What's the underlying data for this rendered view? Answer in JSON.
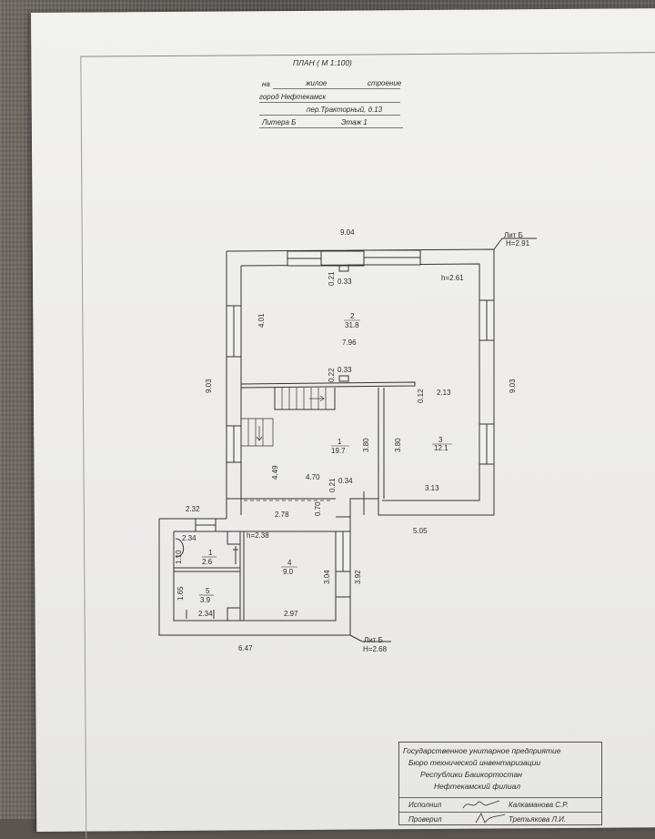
{
  "header": {
    "title": "ПЛАН ( М 1:100)",
    "line1_a": "на",
    "line1_b": "жилое",
    "line1_c": "строение",
    "line2": "город Нефтекамск",
    "line3": "пер.Тракторный, д.13",
    "line4_a": "Литера Б",
    "line4_b": "Этаж 1"
  },
  "plan": {
    "dims": {
      "top_width": "9.04",
      "lit_top": "Лит Б",
      "h_top": "H=2.91",
      "d021a": "0.21",
      "d033a": "0.33",
      "h261": "h=2.61",
      "d401": "4.01",
      "room2_num": "2",
      "room2_area": "31.8",
      "d796": "7.96",
      "left_903": "9.03",
      "right_903": "9.03",
      "d022": "0.22",
      "d033b": "0.33",
      "d012": "0.12",
      "d213": "2.13",
      "room1_num": "1",
      "room1_area": "19.7",
      "d380a": "3.80",
      "d380b": "3.80",
      "room3_num": "3",
      "room3_area": "12.1",
      "d449": "4.49",
      "d470": "4.70",
      "d034": "0.34",
      "d021b": "0.21",
      "d313": "3.13",
      "d232": "2.32",
      "d278": "2.78",
      "d070": "0.70",
      "d505": "5.05",
      "d234a": "2.34",
      "h238": "h=2.38",
      "d110": "1.10",
      "r1s_num": "1",
      "r1s_area": "2.6",
      "room4_num": "4",
      "room4_area": "9.0",
      "d304": "3.04",
      "d392": "3.92",
      "d165": "1.65",
      "room5_num": "5",
      "room5_area": "3.9",
      "d234b": "2.34",
      "d297": "2.97",
      "d647": "6.47",
      "lit_bottom": "Лит Б",
      "h_bottom": "H=2.68"
    }
  },
  "stamp": {
    "line1": "Государственное унитарное предприятие",
    "line2": "Бюро технической инвентаризации",
    "line3": "Республики Башкортостан",
    "line4": "Нефтекамский филиал",
    "executor_label": "Исполнил",
    "executor_name": "Калкаманова С.Р.",
    "checker_label": "Проверил",
    "checker_name": "Третьякова Л.И."
  }
}
